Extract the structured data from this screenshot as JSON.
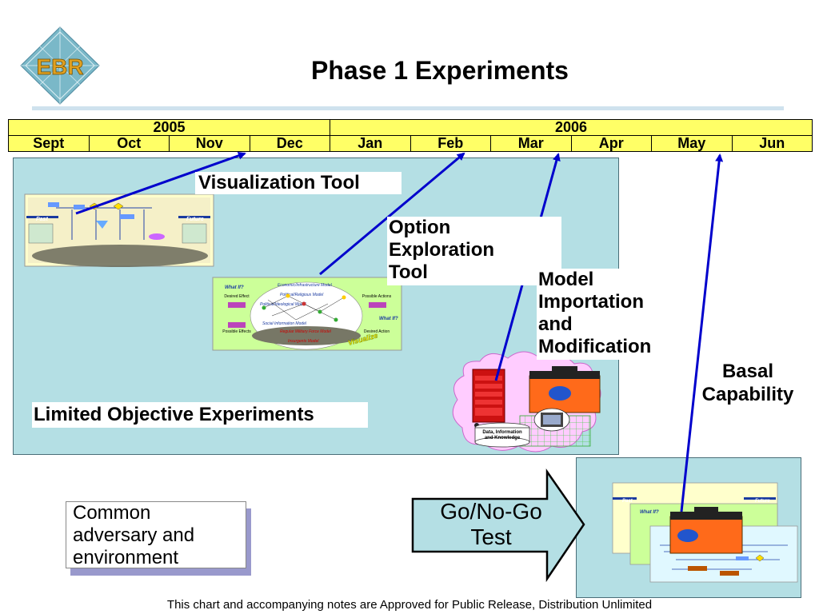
{
  "title": "Phase 1 Experiments",
  "logo": {
    "text": "EBR",
    "icon": "globe-icon"
  },
  "timeline": {
    "years": [
      {
        "label": "2005",
        "span": 4
      },
      {
        "label": "2006",
        "span": 6
      }
    ],
    "months": [
      "Sept",
      "Oct",
      "Nov",
      "Dec",
      "Jan",
      "Feb",
      "Mar",
      "Apr",
      "May",
      "Jun"
    ]
  },
  "labels": {
    "visualization_tool": "Visualization Tool",
    "option_exploration_tool": [
      "Option",
      "Exploration",
      "Tool"
    ],
    "model_importation": [
      "Model",
      "Importation",
      "and",
      "Modification"
    ],
    "basal_capability": [
      "Basal",
      "Capability"
    ],
    "limited_objective": "Limited Objective Experiments",
    "common_adversary": [
      "Common",
      "adversary and",
      "environment"
    ],
    "go_no_go": [
      "Go/No-Go",
      "Test"
    ],
    "data_info": [
      "Data, Information",
      "and Knowledge"
    ]
  },
  "thumbnails": {
    "past": "Past",
    "future": "Future",
    "what_if": "What If?",
    "desired_effect": "Desired Effect",
    "possible_actions": "Possible Actions",
    "possible_effects": "Possible Effects",
    "desired_action": "Desired Action",
    "visualize": "Visualize",
    "models": [
      "Economic/Infrastructure Model",
      "Political/Religious Model",
      "Political/Ideological Model",
      "Social Information Model",
      "Regular Military Force Model",
      "Insurgents Model"
    ]
  },
  "footer": "This chart and accompanying notes are Approved for Public Release, Distribution Unlimited",
  "colors": {
    "timeline_fill": "#ffff66",
    "panel_fill": "#b4dfe4",
    "arrow": "#0000cc",
    "title_rule": "#cfe2ee",
    "thumb_fill": "#ffffcc",
    "thumb_green": "#ccff99",
    "cloud": "#ffccff"
  }
}
